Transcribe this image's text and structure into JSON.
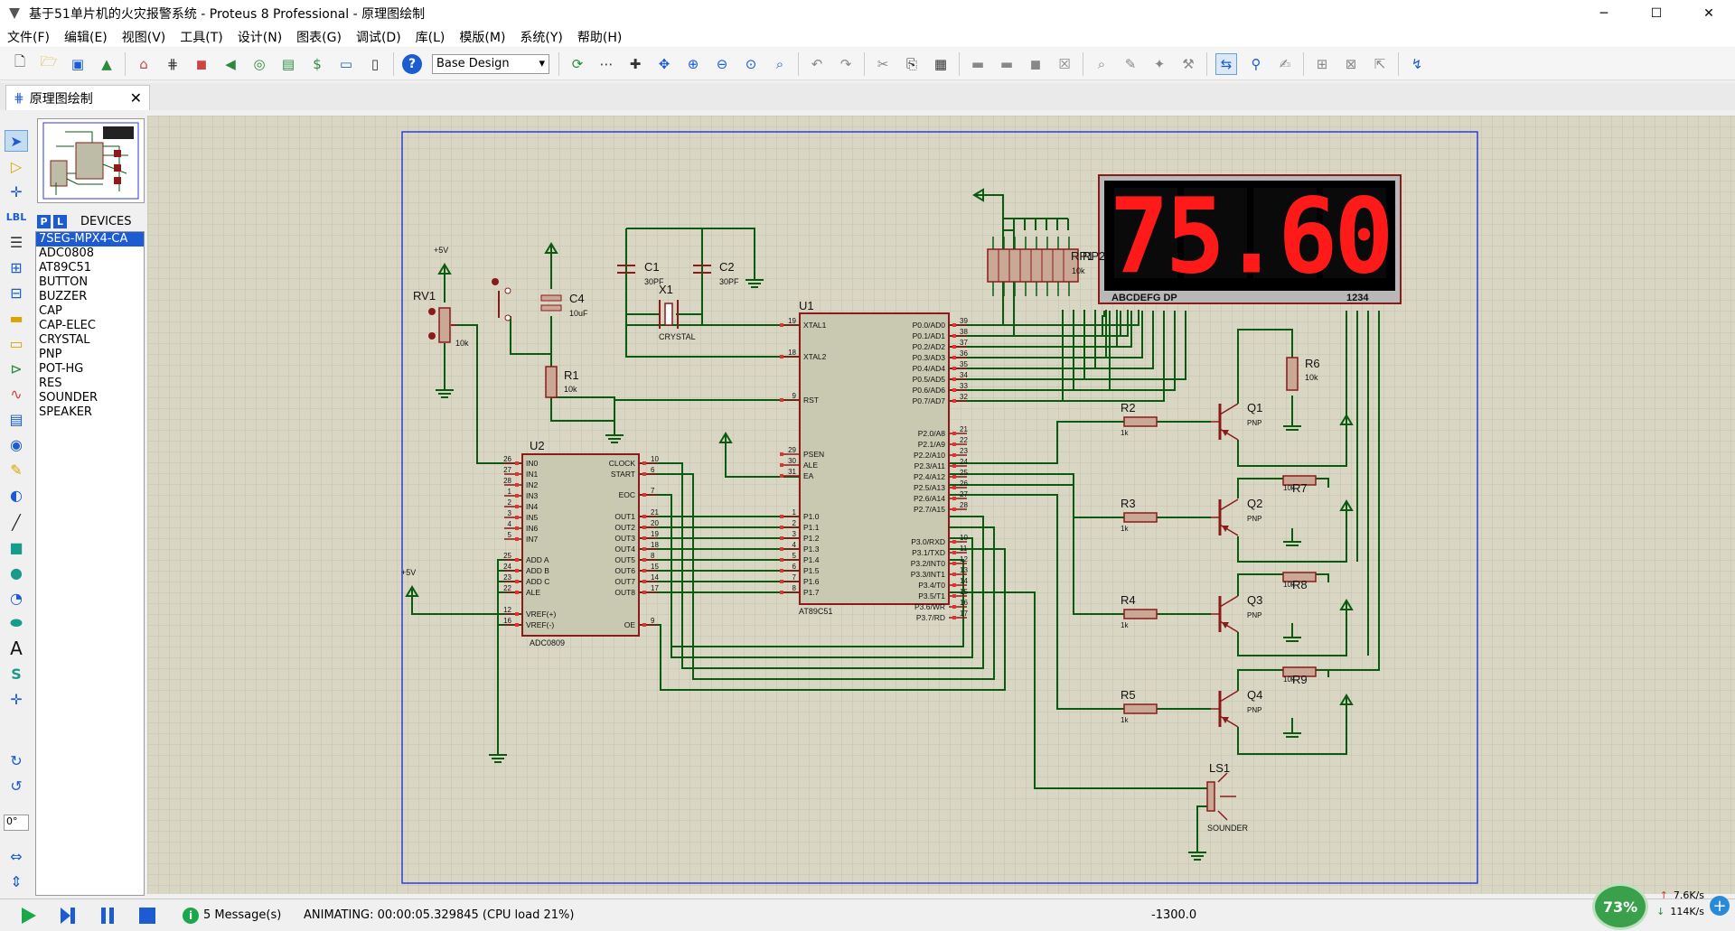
{
  "window": {
    "title": "基于51单片机的火灾报警系统 - Proteus 8 Professional - 原理图绘制",
    "min": "─",
    "max": "☐",
    "close": "✕"
  },
  "menu": [
    "文件(F)",
    "编辑(E)",
    "视图(V)",
    "工具(T)",
    "设计(N)",
    "图表(G)",
    "调试(D)",
    "库(L)",
    "模版(M)",
    "系统(Y)",
    "帮助(H)"
  ],
  "toolbar": {
    "design_combo": "Base Design"
  },
  "tab": {
    "label": "原理图绘制",
    "close": "✕"
  },
  "devices": {
    "p_button": "P",
    "l_button": "L",
    "header": "DEVICES",
    "items": [
      "7SEG-MPX4-CA",
      "ADC0808",
      "AT89C51",
      "BUTTON",
      "BUZZER",
      "CAP",
      "CAP-ELEC",
      "CRYSTAL",
      "PNP",
      "POT-HG",
      "RES",
      "SOUNDER",
      "SPEAKER"
    ],
    "selected": 0
  },
  "left_rotation": "0°",
  "display": {
    "digits": "75.60",
    "left_label": "ABCDEFG  DP",
    "right_label": "1234"
  },
  "schematic": {
    "labels": {
      "plus5v_a": "+5V",
      "plus5v_b": "+5V",
      "rv1": "RV1",
      "rv1_val": "10k",
      "c4": "C4",
      "c4_val": "10uF",
      "r1": "R1",
      "r1_val": "10k",
      "c1": "C1",
      "c1_val": "30PF",
      "c2": "C2",
      "c2_val": "30PF",
      "x1": "X1",
      "x1_val": "CRYSTAL",
      "u1": "U1",
      "u1_part": "AT89C51",
      "u2": "U2",
      "u2_part": "ADC0809",
      "rp1": "RP1",
      "rp1_val": "10k",
      "rp2": "RP2",
      "r2": "R2",
      "r3": "R3",
      "r4": "R4",
      "r5": "R5",
      "r6": "R6",
      "r7": "R7",
      "r8": "R8",
      "r9": "R9",
      "r_val": "1k",
      "r_val10k": "10k",
      "q1": "Q1",
      "q2": "Q2",
      "q3": "Q3",
      "q4": "Q4",
      "pnp": "PNP",
      "ls1": "LS1",
      "ls1_val": "SOUNDER"
    },
    "u1_left": [
      {
        "pin": "19",
        "name": "XTAL1"
      },
      {
        "pin": "18",
        "name": "XTAL2"
      },
      {
        "pin": "9",
        "name": "RST"
      },
      {
        "pin": "29",
        "name": "PSEN"
      },
      {
        "pin": "30",
        "name": "ALE"
      },
      {
        "pin": "31",
        "name": "EA"
      },
      {
        "pin": "1",
        "name": "P1.0"
      },
      {
        "pin": "2",
        "name": "P1.1"
      },
      {
        "pin": "3",
        "name": "P1.2"
      },
      {
        "pin": "4",
        "name": "P1.3"
      },
      {
        "pin": "5",
        "name": "P1.4"
      },
      {
        "pin": "6",
        "name": "P1.5"
      },
      {
        "pin": "7",
        "name": "P1.6"
      },
      {
        "pin": "8",
        "name": "P1.7"
      }
    ],
    "u1_right": [
      {
        "pin": "39",
        "name": "P0.0/AD0"
      },
      {
        "pin": "38",
        "name": "P0.1/AD1"
      },
      {
        "pin": "37",
        "name": "P0.2/AD2"
      },
      {
        "pin": "36",
        "name": "P0.3/AD3"
      },
      {
        "pin": "35",
        "name": "P0.4/AD4"
      },
      {
        "pin": "34",
        "name": "P0.5/AD5"
      },
      {
        "pin": "33",
        "name": "P0.6/AD6"
      },
      {
        "pin": "32",
        "name": "P0.7/AD7"
      },
      {
        "pin": "21",
        "name": "P2.0/A8"
      },
      {
        "pin": "22",
        "name": "P2.1/A9"
      },
      {
        "pin": "23",
        "name": "P2.2/A10"
      },
      {
        "pin": "24",
        "name": "P2.3/A11"
      },
      {
        "pin": "25",
        "name": "P2.4/A12"
      },
      {
        "pin": "26",
        "name": "P2.5/A13"
      },
      {
        "pin": "27",
        "name": "P2.6/A14"
      },
      {
        "pin": "28",
        "name": "P2.7/A15"
      },
      {
        "pin": "10",
        "name": "P3.0/RXD"
      },
      {
        "pin": "11",
        "name": "P3.1/TXD"
      },
      {
        "pin": "12",
        "name": "P3.2/INT0"
      },
      {
        "pin": "13",
        "name": "P3.3/INT1"
      },
      {
        "pin": "14",
        "name": "P3.4/T0"
      },
      {
        "pin": "15",
        "name": "P3.5/T1"
      },
      {
        "pin": "16",
        "name": "P3.6/WR"
      },
      {
        "pin": "17",
        "name": "P3.7/RD"
      }
    ],
    "u2_left": [
      {
        "pin": "26",
        "name": "IN0"
      },
      {
        "pin": "27",
        "name": "IN1"
      },
      {
        "pin": "28",
        "name": "IN2"
      },
      {
        "pin": "1",
        "name": "IN3"
      },
      {
        "pin": "2",
        "name": "IN4"
      },
      {
        "pin": "3",
        "name": "IN5"
      },
      {
        "pin": "4",
        "name": "IN6"
      },
      {
        "pin": "5",
        "name": "IN7"
      },
      {
        "pin": "25",
        "name": "ADD A"
      },
      {
        "pin": "24",
        "name": "ADD B"
      },
      {
        "pin": "23",
        "name": "ADD C"
      },
      {
        "pin": "22",
        "name": "ALE"
      },
      {
        "pin": "12",
        "name": "VREF(+)"
      },
      {
        "pin": "16",
        "name": "VREF(-)"
      }
    ],
    "u2_right": [
      {
        "pin": "10",
        "name": "CLOCK"
      },
      {
        "pin": "6",
        "name": "START"
      },
      {
        "pin": "7",
        "name": "EOC"
      },
      {
        "pin": "21",
        "name": "OUT1"
      },
      {
        "pin": "20",
        "name": "OUT2"
      },
      {
        "pin": "19",
        "name": "OUT3"
      },
      {
        "pin": "18",
        "name": "OUT4"
      },
      {
        "pin": "8",
        "name": "OUT5"
      },
      {
        "pin": "15",
        "name": "OUT6"
      },
      {
        "pin": "14",
        "name": "OUT7"
      },
      {
        "pin": "17",
        "name": "OUT8"
      },
      {
        "pin": "9",
        "name": "OE"
      }
    ]
  },
  "status": {
    "messages": "5 Message(s)",
    "animating": "ANIMATING: 00:00:05.329845 (CPU load 21%)",
    "coord": "-1300.0",
    "cpu": "73%",
    "up": "7.6K/s",
    "down": "114K/s",
    "plus": "+"
  },
  "colors": {
    "wire": "#0b5a12",
    "comp": "#8b1a1a",
    "chipfill": "#c9c8b1",
    "seg": "#ff1a1a",
    "bluedot": "#2e3be0",
    "reddot": "#e0342e"
  }
}
